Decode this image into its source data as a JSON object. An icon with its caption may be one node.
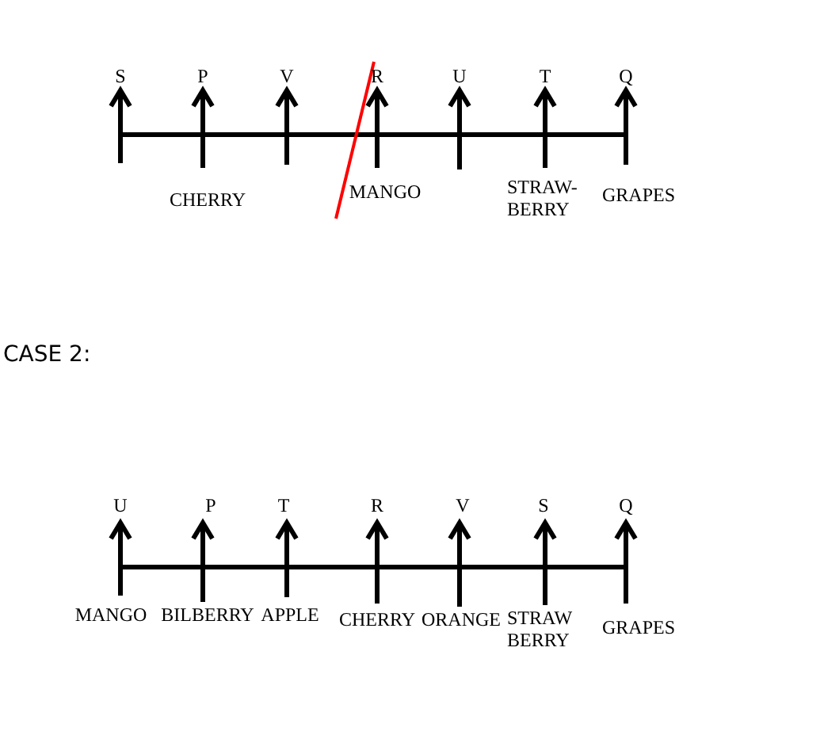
{
  "diagram": {
    "labels": [
      "S",
      "P",
      "V",
      "R",
      "U",
      "T",
      "Q",
      "CHERRY",
      "MANGO",
      "STRAW- BERRY",
      "GRAPES",
      "CASE 2:",
      "U",
      "P",
      "T",
      "R",
      "V",
      "S",
      "Q",
      "MANGO",
      "BILBERRY",
      "APPLE",
      "CHERRY",
      "ORANGE",
      "STRAW BERRY",
      "GRAPES"
    ]
  }
}
